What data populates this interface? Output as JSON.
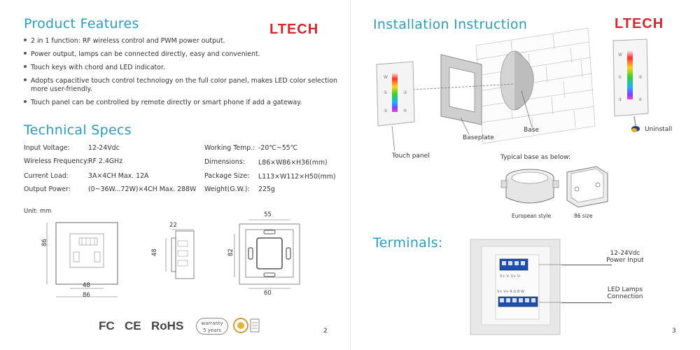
{
  "left": {
    "logo": "LTECH",
    "features_title": "Product Features",
    "features": [
      "2 in 1 function: RF wireless control and PWM power output.",
      "Power output, lamps can be connected directly, easy and convenient.",
      "Touch keys with chord and LED indicator.",
      "Adopts capacitive touch control technology on the full color panel, makes LED color selection",
      "more user-friendly.",
      "Touch panel can be controlled by remote directly or smart phone if add a gateway."
    ],
    "specs_title": "Technical Specs",
    "specs": [
      {
        "label": "Input Voltage:",
        "value": "12-24Vdc"
      },
      {
        "label": "Wireless Frequency:",
        "value": "RF 2.4GHz"
      },
      {
        "label": "Current Load:",
        "value": "3A×4CH  Max. 12A"
      },
      {
        "label": "Output Power:",
        "value": "(0~36W...72W)×4CH  Max. 288W"
      },
      {
        "label": "Working Temp.:",
        "value": "-20℃~55℃"
      },
      {
        "label": "Dimensions:",
        "value": "L86×W86×H36(mm)"
      },
      {
        "label": "Package Size:",
        "value": "L113×W112×H50(mm)"
      },
      {
        "label": "Weight(G.W.):",
        "value": "225g"
      }
    ],
    "unit": "Unit: mm",
    "dims": {
      "front_h": "86",
      "front_inner": "48",
      "front_w": "86",
      "side_depth": "22",
      "side_h": "48",
      "back_top": "55",
      "back_h": "82",
      "back_w": "60"
    },
    "certs": {
      "fc": "FC",
      "ce": "CE",
      "rohs": "RoHS",
      "warranty_1": "warranty",
      "warranty_2": "5 years"
    },
    "page": "2"
  },
  "right": {
    "logo": "LTECH",
    "install_title": "Installation Instruction",
    "labels": {
      "base": "Base",
      "baseplate": "Baseplate",
      "touch_panel": "Touch panel",
      "uninstall": "Uninstall",
      "typical": "Typical base as below:",
      "european": "European style",
      "size86": "86 size"
    },
    "terminals_title": "Terminals:",
    "terminal_labels": {
      "power_1": "12-24Vdc",
      "power_2": "Power Input",
      "led_1": "LED Lamps",
      "led_2": "Connection"
    },
    "page": "3"
  },
  "colors": {
    "accent": "#2a9cc2",
    "logo": "#d7262e",
    "terminal_blue": "#1e4fb0"
  }
}
